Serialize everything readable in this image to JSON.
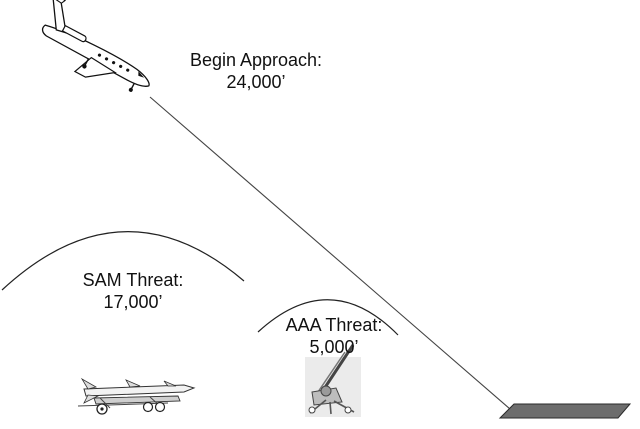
{
  "approach": {
    "title": "Begin Approach:",
    "altitude": "24,000’"
  },
  "sam_threat": {
    "title": "SAM Threat:",
    "altitude": "17,000’"
  },
  "aaa_threat": {
    "title": "AAA Threat:",
    "altitude": "5,000’"
  },
  "icons": {
    "aircraft": "business-jet-icon",
    "sam": "sam-launcher-icon",
    "aaa": "anti-aircraft-gun-icon",
    "runway": "runway-strip"
  },
  "colors": {
    "line": "#444444",
    "runway_fill": "#6d6d6d",
    "runway_edge": "#2a2a2a"
  }
}
